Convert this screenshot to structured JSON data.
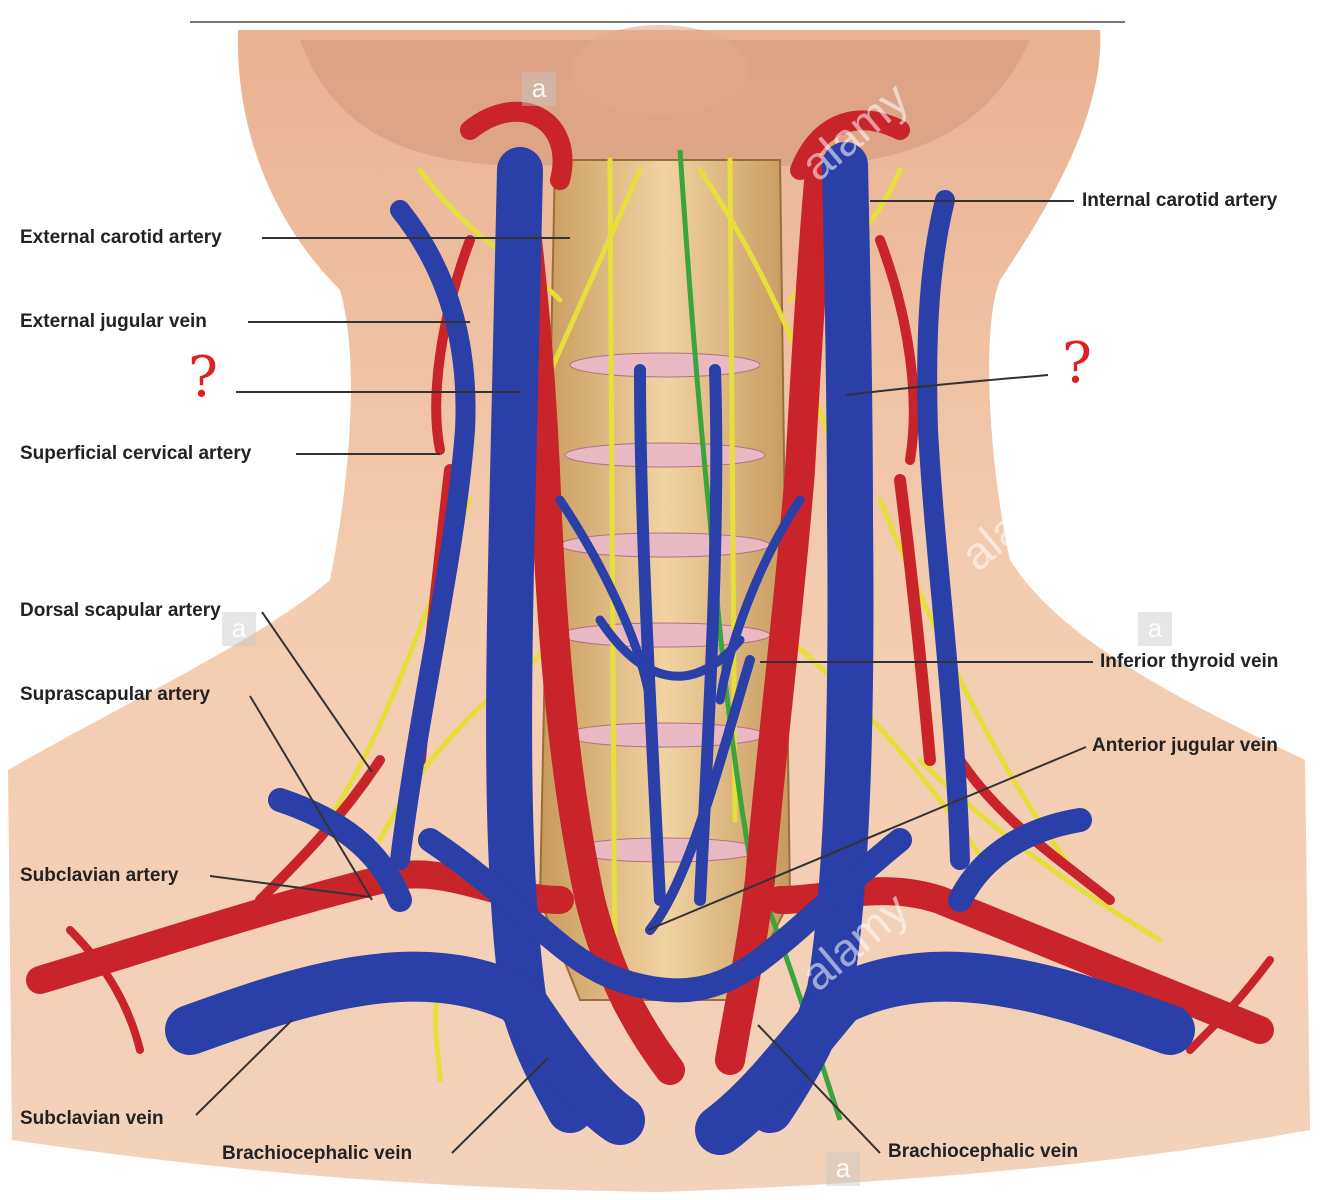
{
  "labels": {
    "external_carotid_artery": "External carotid artery",
    "external_jugular_vein": "External jugular vein",
    "question_left": "?",
    "superficial_cervical_artery": "Superficial cervical artery",
    "dorsal_scapular_artery": "Dorsal scapular artery",
    "suprascapular_artery": "Suprascapular artery",
    "subclavian_artery": "Subclavian artery",
    "subclavian_vein": "Subclavian vein",
    "brachiocephalic_vein_left": "Brachiocephalic vein",
    "brachiocephalic_vein_right": "Brachiocephalic vein",
    "internal_carotid_artery": "Internal carotid artery",
    "question_right": "?",
    "inferior_thyroid_vein": "Inferior thyroid vein",
    "anterior_jugular_vein": "Anterior jugular vein"
  },
  "watermark": {
    "brand": "alamy",
    "badge": "a"
  },
  "colors": {
    "vein": "#2b3fa8",
    "artery": "#c8242a",
    "nerve": "#e6de3a",
    "skin": "#f2c7a8",
    "spine": "#e8c28e",
    "question_mark": "#e02020"
  }
}
